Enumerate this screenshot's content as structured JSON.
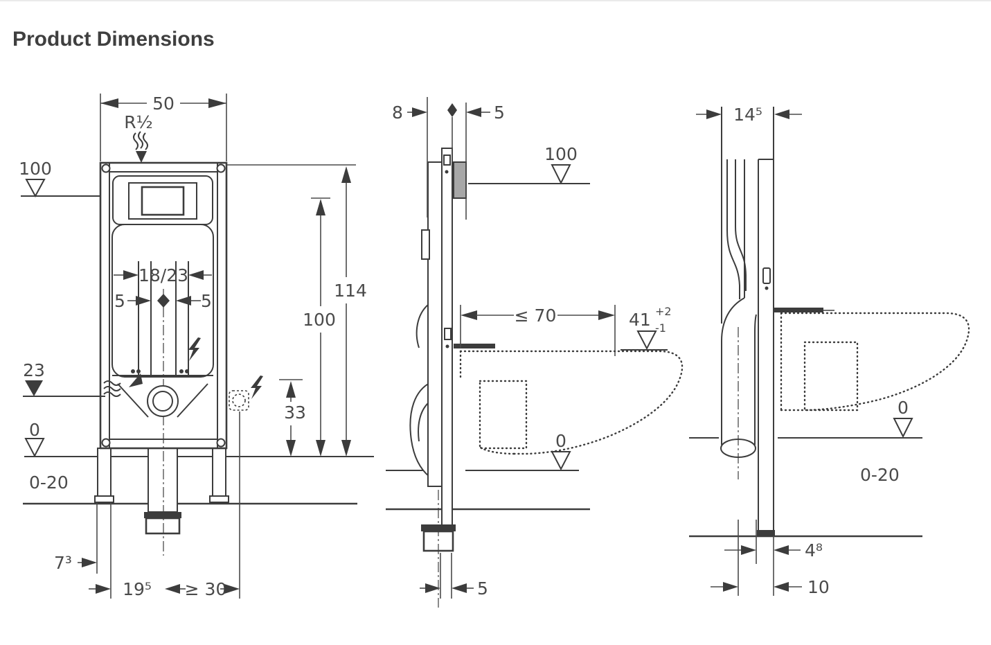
{
  "page": {
    "title": "Product Dimensions"
  },
  "colors": {
    "line": "#3c3c3c",
    "text": "#4a4a4a",
    "background": "#ffffff"
  },
  "icons": {
    "water_inlet": "wavy-flow-lines",
    "flow_arrow": "solid-arrow",
    "electrical": "lightning-bolt",
    "power_box": "dashed-socket-box",
    "level_marker_open": "open-triangle",
    "level_marker_filled": "filled-triangle",
    "axis_marker": "diamond"
  },
  "views": {
    "front": {
      "labels": {
        "width": "50",
        "inlet": "R½",
        "level_100": "100",
        "pipe_offset": "18/23",
        "offset_left": "5",
        "offset_right": "5",
        "level_23": "23",
        "level_0": "0",
        "floor_range": "0-20",
        "height_total": "114",
        "height_actuator": "100",
        "height_outlet": "33",
        "foot_offset": "7³",
        "drain_offset": "19⁵",
        "side_clearance": "≥ 30"
      }
    },
    "side": {
      "labels": {
        "depth_back": "8",
        "cover_front": "5",
        "level_100": "100",
        "bowl_depth": "≤ 70",
        "bowl_height": "41",
        "bowl_height_plus": "+2",
        "bowl_height_minus": "-1",
        "level_0": "0",
        "rail_width": "5"
      }
    },
    "side_drain": {
      "labels": {
        "frame_depth": "14⁵",
        "level_0": "0",
        "floor_range": "0-20",
        "pipe_front": "4⁸",
        "pipe_axis": "10"
      }
    }
  }
}
